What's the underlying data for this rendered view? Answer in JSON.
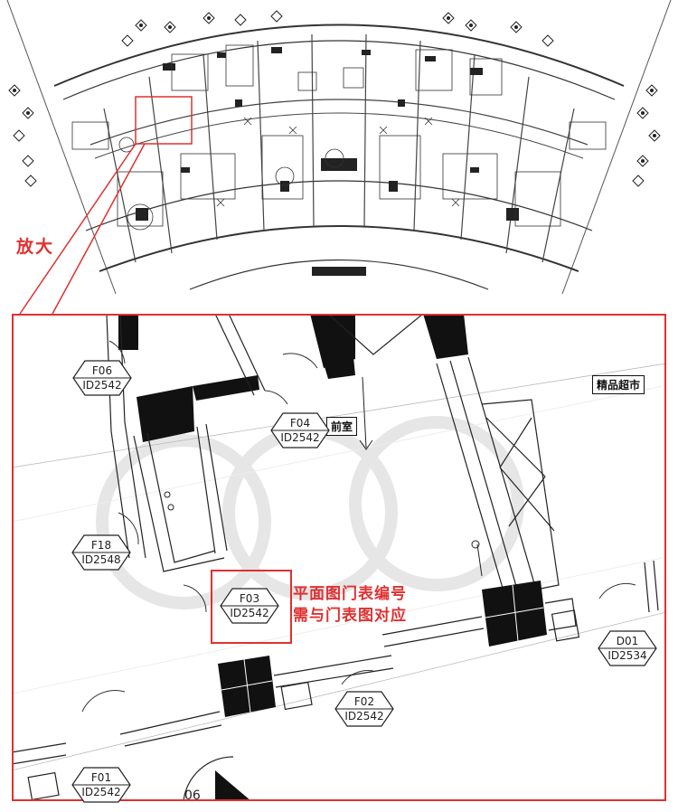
{
  "labels": {
    "zoom": "放大",
    "note_line1": "平面图门表编号",
    "note_line2": "需与门表图对应"
  },
  "rooms": [
    {
      "name": "精品超市"
    },
    {
      "name": "前室"
    }
  ],
  "doors": [
    {
      "code": "F06",
      "id": "ID2542"
    },
    {
      "code": "F04",
      "id": "ID2542"
    },
    {
      "code": "F18",
      "id": "ID2548"
    },
    {
      "code": "F03",
      "id": "ID2542"
    },
    {
      "code": "D01",
      "id": "ID2534"
    },
    {
      "code": "F02",
      "id": "ID2542"
    },
    {
      "code": "F01",
      "id": "ID2542"
    }
  ],
  "partial_tag": "06",
  "colors": {
    "highlight": "#e03030",
    "ink": "#111111"
  }
}
